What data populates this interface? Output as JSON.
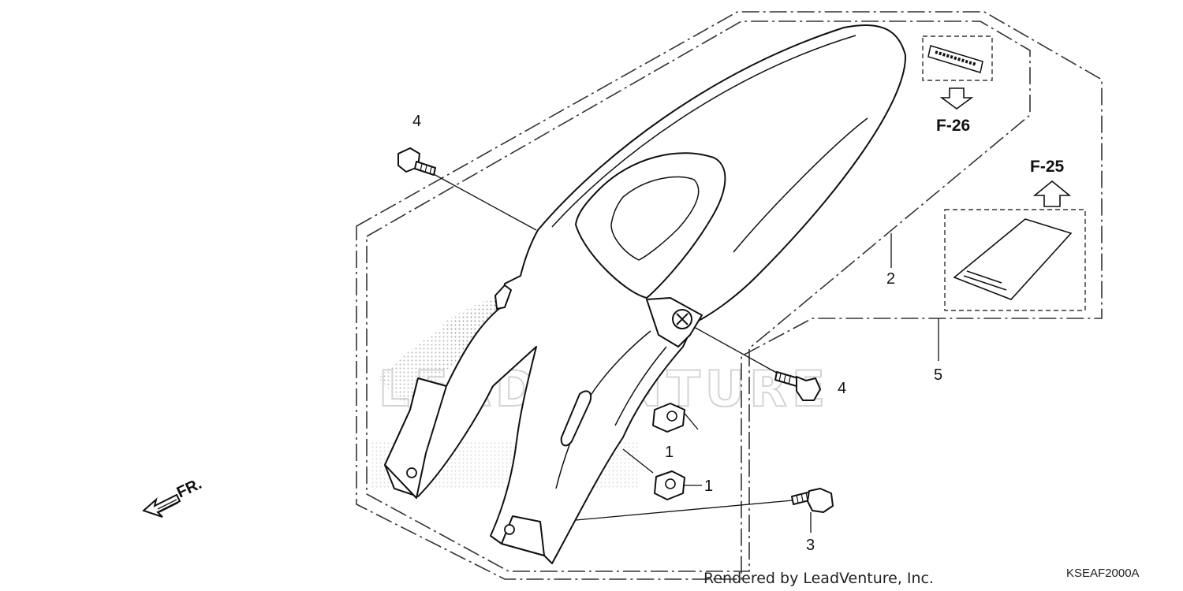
{
  "callouts": [
    {
      "id": "collar-1a",
      "label": "1"
    },
    {
      "id": "collar-1b",
      "label": "1"
    },
    {
      "id": "rear-fender",
      "label": "2"
    },
    {
      "id": "bolt-3",
      "label": "3"
    },
    {
      "id": "bolt-4a",
      "label": "4"
    },
    {
      "id": "bolt-4b",
      "label": "4"
    },
    {
      "id": "label-5",
      "label": "5"
    }
  ],
  "refs": {
    "f26": "F-26",
    "f25": "F-25"
  },
  "front_indicator": "FR.",
  "footer": {
    "credit": "Rendered by LeadVenture, Inc.",
    "diagram_code": "KSEAF2000A"
  },
  "watermark": {
    "text": "LEADVENTURE"
  }
}
